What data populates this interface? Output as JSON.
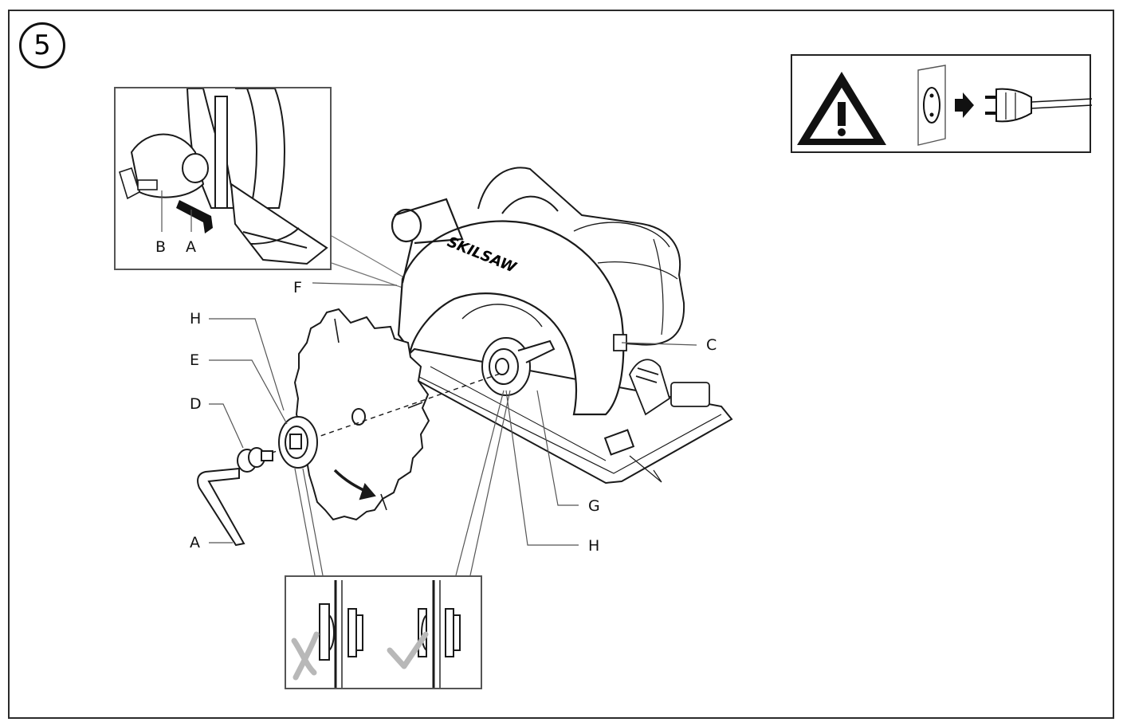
{
  "step": {
    "number": "5"
  },
  "brand": "SKILSAW",
  "labels": {
    "B": "B",
    "A_inset": "A",
    "F": "F",
    "H_left": "H",
    "E": "E",
    "D": "D",
    "A_wrench": "A",
    "C": "C",
    "G": "G",
    "H_right": "H"
  },
  "icons": {
    "warning": "warning-triangle-icon",
    "unplug": "unplug-from-socket-icon",
    "incorrect": "cross-mark-icon",
    "correct": "check-mark-icon"
  },
  "colors": {
    "line": "#1a1a1a",
    "mark": "#b8b8b8"
  }
}
